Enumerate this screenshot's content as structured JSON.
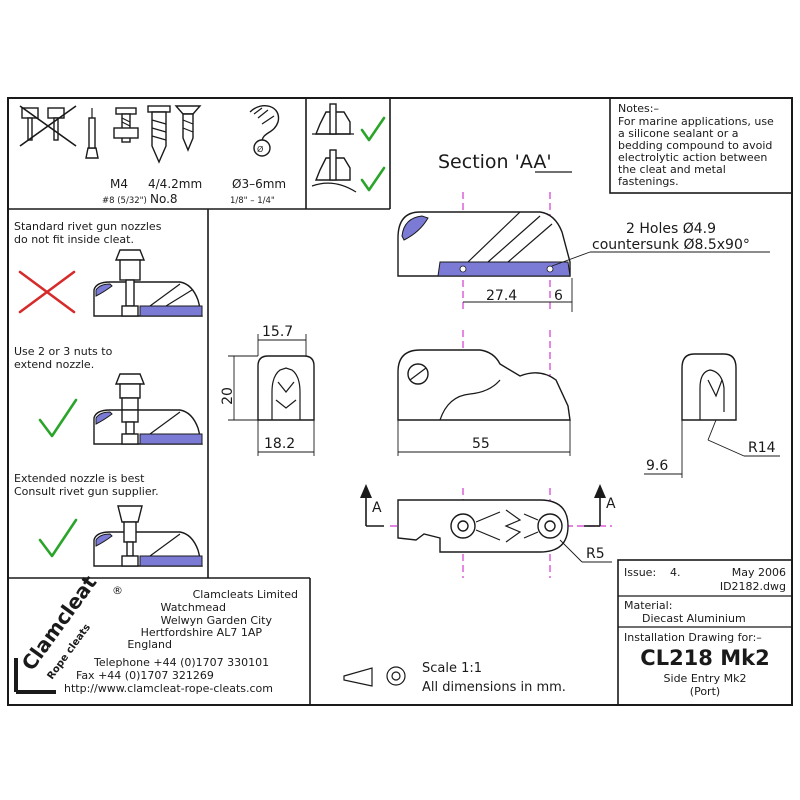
{
  "fasteners": {
    "m4": "M4",
    "rivet": "4/4.2mm",
    "rope_range": "Ø3–6mm",
    "screw_size": "#8 (5/32\")",
    "screw_no": "No.8",
    "rope_range_in": "1/8\" – 1/4\""
  },
  "section": {
    "title": "Section 'AA'",
    "holes_line1": "2 Holes Ø4.9",
    "holes_line2": "countersunk Ø8.5x90°",
    "dim_27_4": "27.4",
    "dim_6": "6"
  },
  "notes": {
    "heading": "Notes:–",
    "lines": [
      "For marine applications, use",
      "a silicone sealant or a",
      "bedding compound to avoid",
      "electrolytic action between",
      "the cleat and metal",
      "fastenings."
    ]
  },
  "left_panel": {
    "p1": [
      "Standard rivet gun nozzles",
      "do not fit inside cleat."
    ],
    "p2": [
      "Use 2 or 3 nuts to",
      "extend nozzle."
    ],
    "p3": [
      "Extended nozzle is best",
      "Consult rivet gun supplier."
    ]
  },
  "views": {
    "end_w_top": "15.7",
    "end_h": "20",
    "end_w_bot": "18.2",
    "side_len": "55",
    "r14": "R14",
    "dim_9_6": "9.6",
    "r5": "R5",
    "section_mark": "A"
  },
  "company": {
    "brand": "Clamcleat",
    "registered": "®",
    "tagline": "Rope cleats",
    "address": [
      "Clamcleats Limited",
      "Watchmead",
      "Welwyn Garden City",
      "Hertfordshire AL7 1AP",
      "England"
    ],
    "telephone": "Telephone +44 (0)1707 330101",
    "fax": "Fax +44 (0)1707 321269",
    "web": "http://www.clamcleat-rope-cleats.com"
  },
  "scale": {
    "scale": "Scale 1:1",
    "units": "All dimensions in mm."
  },
  "title_block": {
    "issue_label": "Issue:",
    "issue_value": "4.",
    "date": "May 2006",
    "dwg": "ID2182.dwg",
    "material_label": "Material:",
    "material_value": "Diecast Aluminium",
    "drawing_for": "Installation Drawing for:–",
    "model": "CL218 Mk2",
    "desc1": "Side Entry Mk2",
    "desc2": "(Port)"
  },
  "colors": {
    "hatch": "#7b7bd6",
    "centerline": "#d23ad2",
    "tick": "#2aa52a",
    "cross": "#d62b2b"
  }
}
